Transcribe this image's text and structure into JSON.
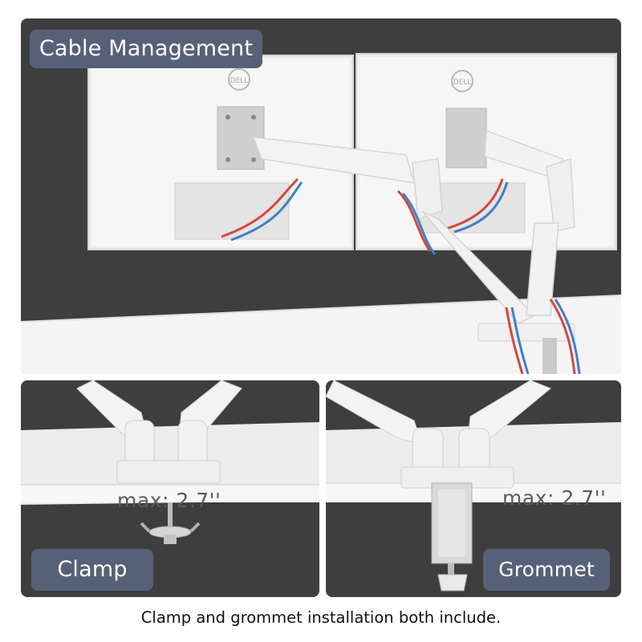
{
  "top_panel": {
    "badge_label": "Cable Management",
    "monitor_brand": "DELL"
  },
  "clamp_panel": {
    "max_label": "max: 2.7''",
    "badge_label": "Clamp"
  },
  "grommet_panel": {
    "max_label": "max: 2.7''",
    "badge_label": "Grommet"
  },
  "caption": "Clamp and grommet installation both include.",
  "colors": {
    "panel_bg": "#3e3e3e",
    "badge_bg": "#566178",
    "arm_white": "#f3f3f3",
    "cable_red": "#d2473f",
    "cable_blue": "#3f7fc7"
  }
}
